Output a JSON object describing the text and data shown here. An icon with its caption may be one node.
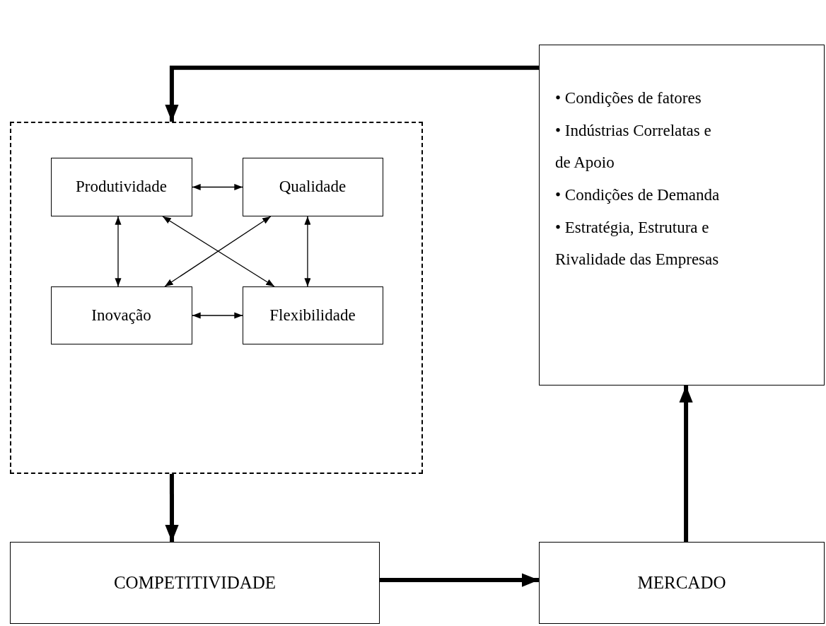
{
  "diagram": {
    "nodes": [
      {
        "text": [],
        "shape": "box"
      },
      {
        "text": [
          "Produtividade"
        ],
        "in": 0
      },
      {
        "text": [
          "Qualidade"
        ],
        "in": 0
      },
      {
        "text": [
          "Inovação"
        ],
        "in": 0
      },
      {
        "text": [
          "Flexibilidade"
        ],
        "in": 0
      },
      {
        "text": [
          "• Condições de fatores",
          "• Indústrias Correlatas e de Apoio",
          "• Condições de Demanda",
          "• Estratégia, Estrutura e Rivalidade das Empresas"
        ]
      },
      {
        "text": [
          "COMPETITIVIDADE"
        ]
      },
      {
        "text": [
          "MERCADO"
        ]
      }
    ],
    "edges": [
      {
        "from": 5,
        "to": 0,
        "arrow": "to",
        "style": "thick"
      },
      {
        "from": 1,
        "to": 2,
        "arrow": "both"
      },
      {
        "from": 1,
        "to": 3,
        "arrow": "both"
      },
      {
        "from": 1,
        "to": 4,
        "arrow": "both"
      },
      {
        "from": 2,
        "to": 3,
        "arrow": "both"
      },
      {
        "from": 2,
        "to": 4,
        "arrow": "both"
      },
      {
        "from": 3,
        "to": 4,
        "arrow": "both"
      },
      {
        "from": 0,
        "to": 6,
        "arrow": "to",
        "style": "thick"
      },
      {
        "from": 6,
        "to": 7,
        "arrow": "to",
        "style": "thick"
      },
      {
        "from": 7,
        "to": 5,
        "arrow": "to",
        "style": "thick"
      }
    ]
  }
}
